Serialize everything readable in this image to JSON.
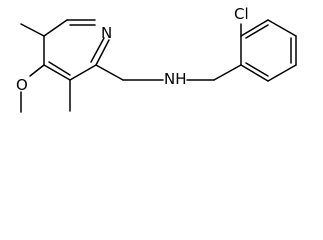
{
  "atom_labels": {
    "pyridine_nitrogen": "N",
    "amine": "NH",
    "chlorine": "Cl",
    "methoxy_oxygen": "O"
  },
  "colors": {
    "bond": "#000000",
    "label": "#000000",
    "background": "#ffffff"
  }
}
